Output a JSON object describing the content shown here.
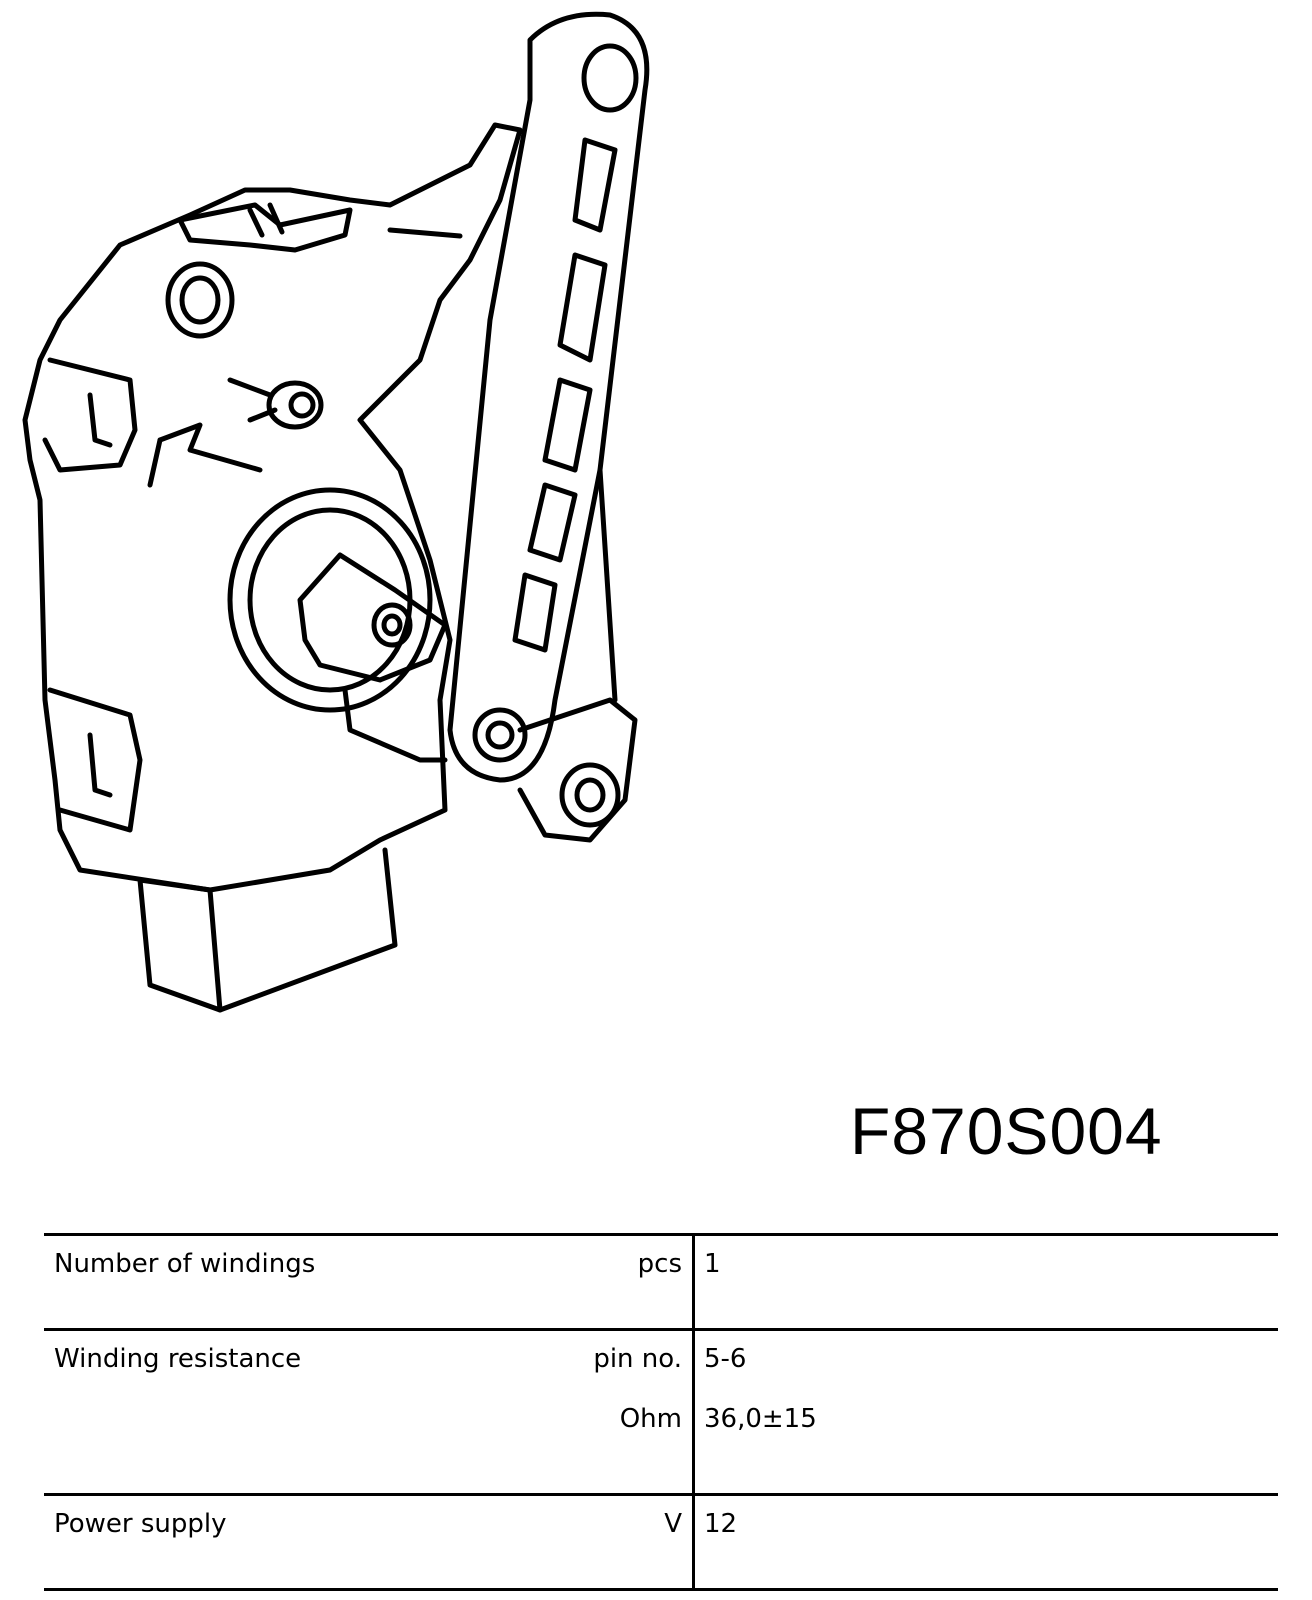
{
  "figure_code": "F870S004",
  "illustration_icon": "level-sensor-with-linkage-arm-icon",
  "specs": [
    {
      "label": "Number of windings",
      "lines": [
        {
          "unit": "pcs",
          "value": "1"
        }
      ]
    },
    {
      "label": "Winding resistance",
      "lines": [
        {
          "unit": "pin no.",
          "value": "5-6"
        },
        {
          "unit": "Ohm",
          "value": "36,0±15"
        }
      ]
    },
    {
      "label": "Power supply",
      "lines": [
        {
          "unit": "V",
          "value": "12"
        }
      ]
    }
  ]
}
